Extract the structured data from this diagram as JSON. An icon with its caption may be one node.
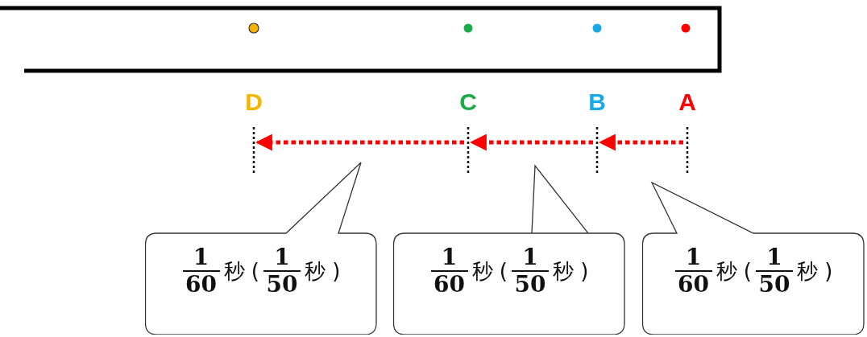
{
  "diagram": {
    "nodes": [
      {
        "text": [],
        "shape": "box"
      },
      {
        "text": [],
        "shape": "circle",
        "in": 0
      },
      {
        "text": [],
        "shape": "circle",
        "in": 0
      },
      {
        "text": [],
        "shape": "circle",
        "in": 0
      },
      {
        "text": [],
        "shape": "circle",
        "in": 0
      },
      {
        "text": [
          "D"
        ]
      },
      {
        "text": [
          "C"
        ]
      },
      {
        "text": [
          "B"
        ]
      },
      {
        "text": [
          "A"
        ]
      },
      {
        "text": [
          "1",
          "60",
          "秒 (",
          "1",
          "50",
          "秒 )"
        ]
      },
      {
        "text": [
          "1",
          "60",
          "秒 (",
          "1",
          "50",
          "秒 )"
        ]
      },
      {
        "text": [
          "1",
          "60",
          "秒 (",
          "1",
          "50",
          "秒 )"
        ]
      }
    ],
    "edges": [
      {
        "from": 8,
        "to": 7,
        "arrow": "to"
      },
      {
        "from": 7,
        "to": 6,
        "arrow": "to"
      },
      {
        "from": 6,
        "to": 5,
        "arrow": "to"
      }
    ]
  }
}
